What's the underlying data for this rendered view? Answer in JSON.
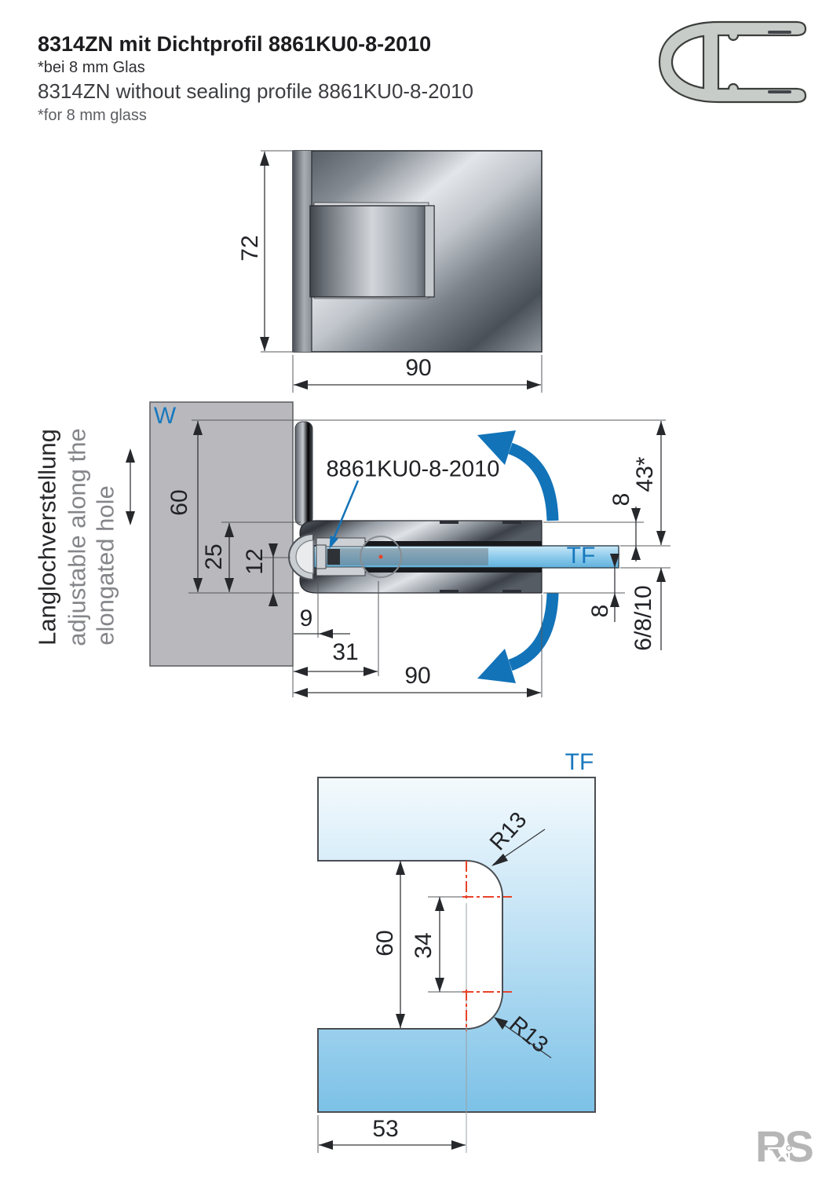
{
  "colors": {
    "accent": "#1878be",
    "arrow_blue": "#1273b8",
    "marker_red": "#e8432a"
  },
  "header": {
    "title_de": "8314ZN mit Dichtprofil 8861KU0-8-2010",
    "note_de": "*bei 8 mm Glas",
    "title_en": "8314ZN without sealing profile 8861KU0-8-2010",
    "note_en": "*for 8 mm glass"
  },
  "front_view": {
    "dim_height": "72",
    "dim_width": "90"
  },
  "side_view": {
    "wall_label": "W",
    "glass_label": "TF",
    "profile_callout": "8861KU0-8-2010",
    "adjust_note_de": "Langlochverstellung",
    "adjust_note_en_1": "adjustable along the",
    "adjust_note_en_2": "elongated hole",
    "dim_60": "60",
    "dim_25": "25",
    "dim_12": "12",
    "dim_9": "9",
    "dim_31": "31",
    "dim_90": "90",
    "dim_43": "43*",
    "dim_8_top": "8",
    "dim_8_bottom": "8",
    "dim_glass_thickness": "6/8/10"
  },
  "cutout_view": {
    "glass_label": "TF",
    "dim_60": "60",
    "dim_34": "34",
    "dim_53": "53",
    "radius_top": "R13",
    "radius_bottom": "R13"
  },
  "logo": {
    "text": "RS"
  }
}
